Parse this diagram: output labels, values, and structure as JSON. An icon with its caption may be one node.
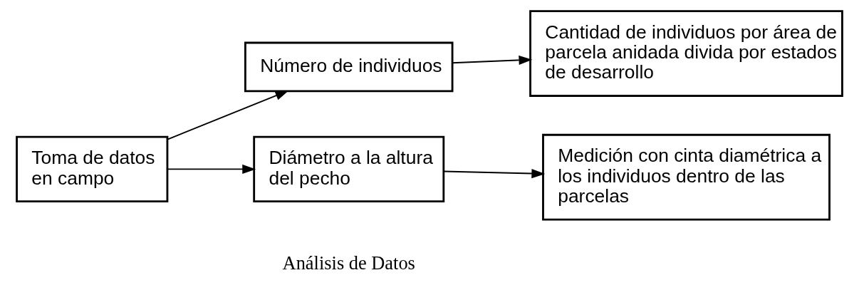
{
  "diagram": {
    "nodes": [
      {
        "text": [
          "Toma de datos en campo"
        ]
      },
      {
        "text": [
          "Número de individuos"
        ]
      },
      {
        "text": [
          "Cantidad de individuos por área de parcela anidada divida por estados de desarrollo"
        ]
      },
      {
        "text": [
          "Diámetro a la altura del pecho"
        ]
      },
      {
        "text": [
          "Medición con cinta diamétrica a los individuos dentro de las parcelas"
        ]
      }
    ],
    "edges": [
      {
        "from": 0,
        "to": 1,
        "arrow": "to"
      },
      {
        "from": 0,
        "to": 3,
        "arrow": "to"
      },
      {
        "from": 1,
        "to": 2,
        "arrow": "to"
      },
      {
        "from": 3,
        "to": 4,
        "arrow": "to"
      }
    ],
    "labels": [
      "Análisis de Datos"
    ]
  }
}
